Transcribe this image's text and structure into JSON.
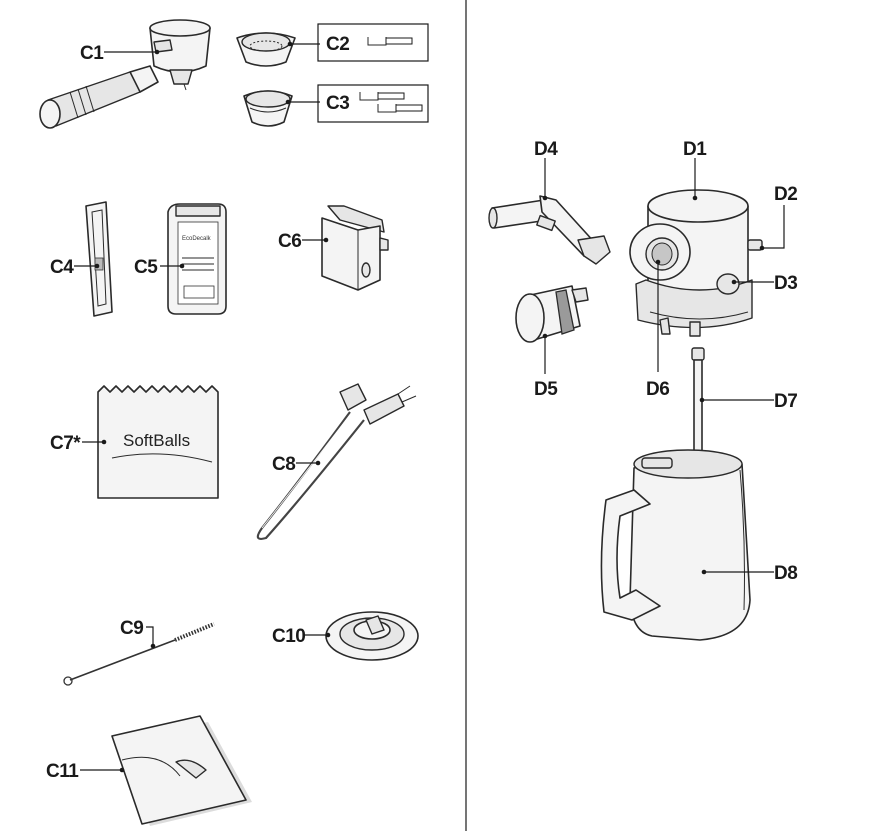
{
  "labels": {
    "C1": "C1",
    "C2": "C2",
    "C3": "C3",
    "C4": "C4",
    "C5": "C5",
    "C6": "C6",
    "C7": "C7*",
    "C8": "C8",
    "C9": "C9",
    "C10": "C10",
    "C11": "C11",
    "D1": "D1",
    "D2": "D2",
    "D3": "D3",
    "D4": "D4",
    "D5": "D5",
    "D6": "D6",
    "D7": "D7",
    "D8": "D8"
  },
  "product_text": {
    "softballs": "SoftBalls",
    "ecodecalk": "EcoDecalk"
  }
}
